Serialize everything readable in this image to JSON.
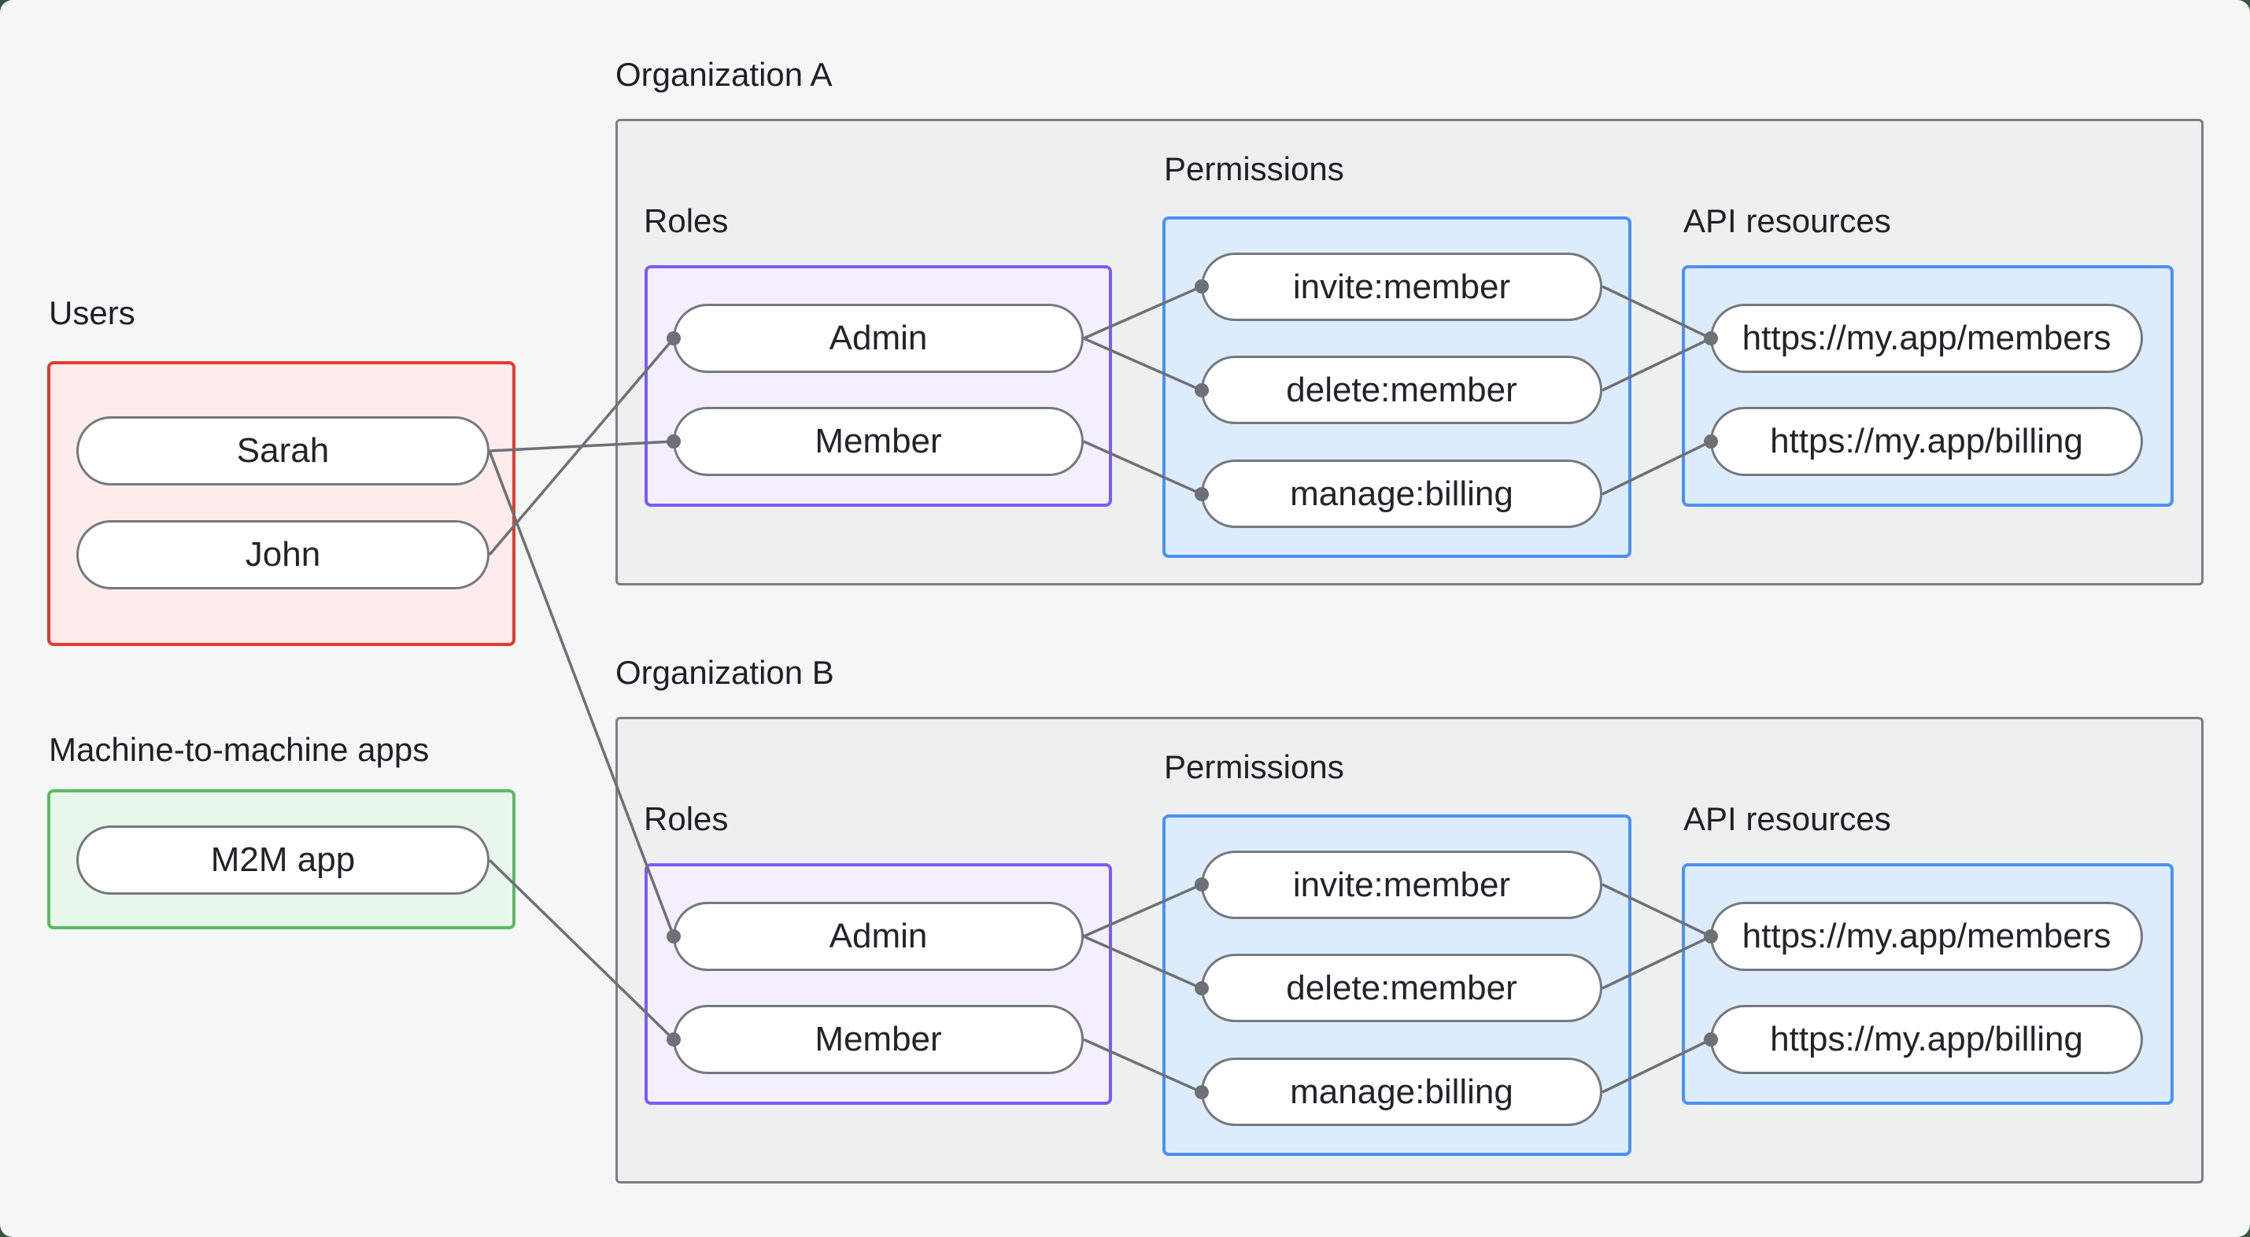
{
  "diagram": {
    "users_section": {
      "label": "Users",
      "items": [
        "Sarah",
        "John"
      ]
    },
    "m2m_section": {
      "label": "Machine-to-machine apps",
      "items": [
        "M2M app"
      ]
    },
    "orgs": [
      {
        "title": "Organization A",
        "roles_label": "Roles",
        "permissions_label": "Permissions",
        "api_label": "API resources",
        "roles": [
          "Admin",
          "Member"
        ],
        "permissions": [
          "invite:member",
          "delete:member",
          "manage:billing"
        ],
        "api_resources": [
          "https://my.app/members",
          "https://my.app/billing"
        ]
      },
      {
        "title": "Organization B",
        "roles_label": "Roles",
        "permissions_label": "Permissions",
        "api_label": "API resources",
        "roles": [
          "Admin",
          "Member"
        ],
        "permissions": [
          "invite:member",
          "delete:member",
          "manage:billing"
        ],
        "api_resources": [
          "https://my.app/members",
          "https://my.app/billing"
        ]
      }
    ],
    "edges": [
      "Sarah -> Organization A / Member",
      "John -> Organization A / Admin",
      "Sarah -> Organization B / Admin",
      "M2M app -> Organization B / Member",
      "Org A Admin -> invite:member",
      "Org A Admin -> delete:member",
      "Org A Member -> manage:billing",
      "Org A invite:member -> https://my.app/members",
      "Org A delete:member -> https://my.app/members",
      "Org A manage:billing -> https://my.app/billing",
      "Org B Admin -> invite:member",
      "Org B Admin -> delete:member",
      "Org B Member -> manage:billing",
      "Org B invite:member -> https://my.app/members",
      "Org B delete:member -> https://my.app/members",
      "Org B manage:billing -> https://my.app/billing"
    ],
    "colors": {
      "page_background": "#f5f7f6",
      "outer_background": "#36543d",
      "users_border": "#e23b2e",
      "users_fill": "#fdeceb",
      "m2m_border": "#5abb62",
      "m2m_fill": "#e9f6eb",
      "roles_border": "#7d5bf7",
      "roles_fill": "#f4effe",
      "blue_border": "#4b90f7",
      "blue_fill": "#ddecfc",
      "org_border": "#7a7f82",
      "org_fill": "#eef0ef",
      "connector": "#6d7175",
      "text": "#1d2125"
    }
  }
}
